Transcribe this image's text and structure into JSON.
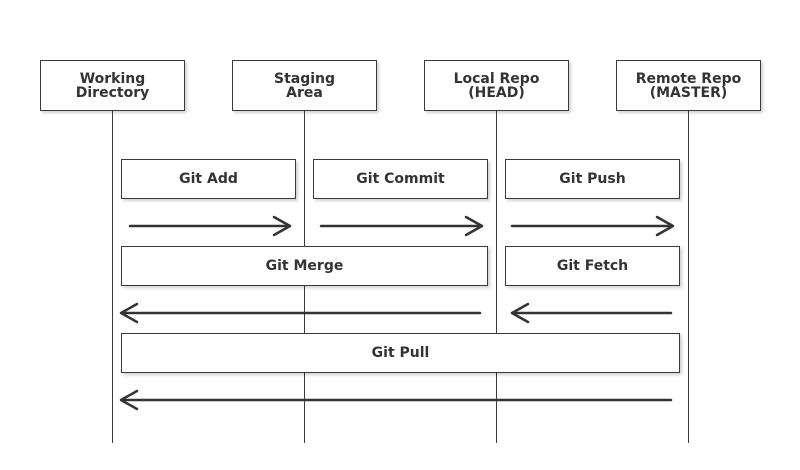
{
  "participants": [
    {
      "line1": "Working",
      "line2": "Directory"
    },
    {
      "line1": "Staging",
      "line2": "Area"
    },
    {
      "line1": "Local Repo",
      "line2": "(HEAD)"
    },
    {
      "line1": "Remote Repo",
      "line2": "(MASTER)"
    }
  ],
  "commands": {
    "git_add": "Git Add",
    "git_commit": "Git Commit",
    "git_push": "Git Push",
    "git_merge": "Git Merge",
    "git_fetch": "Git Fetch",
    "git_pull": "Git Pull"
  },
  "colors": {
    "line": "#3a3a3a",
    "text": "#333333",
    "box_fill": "#ffffff"
  }
}
